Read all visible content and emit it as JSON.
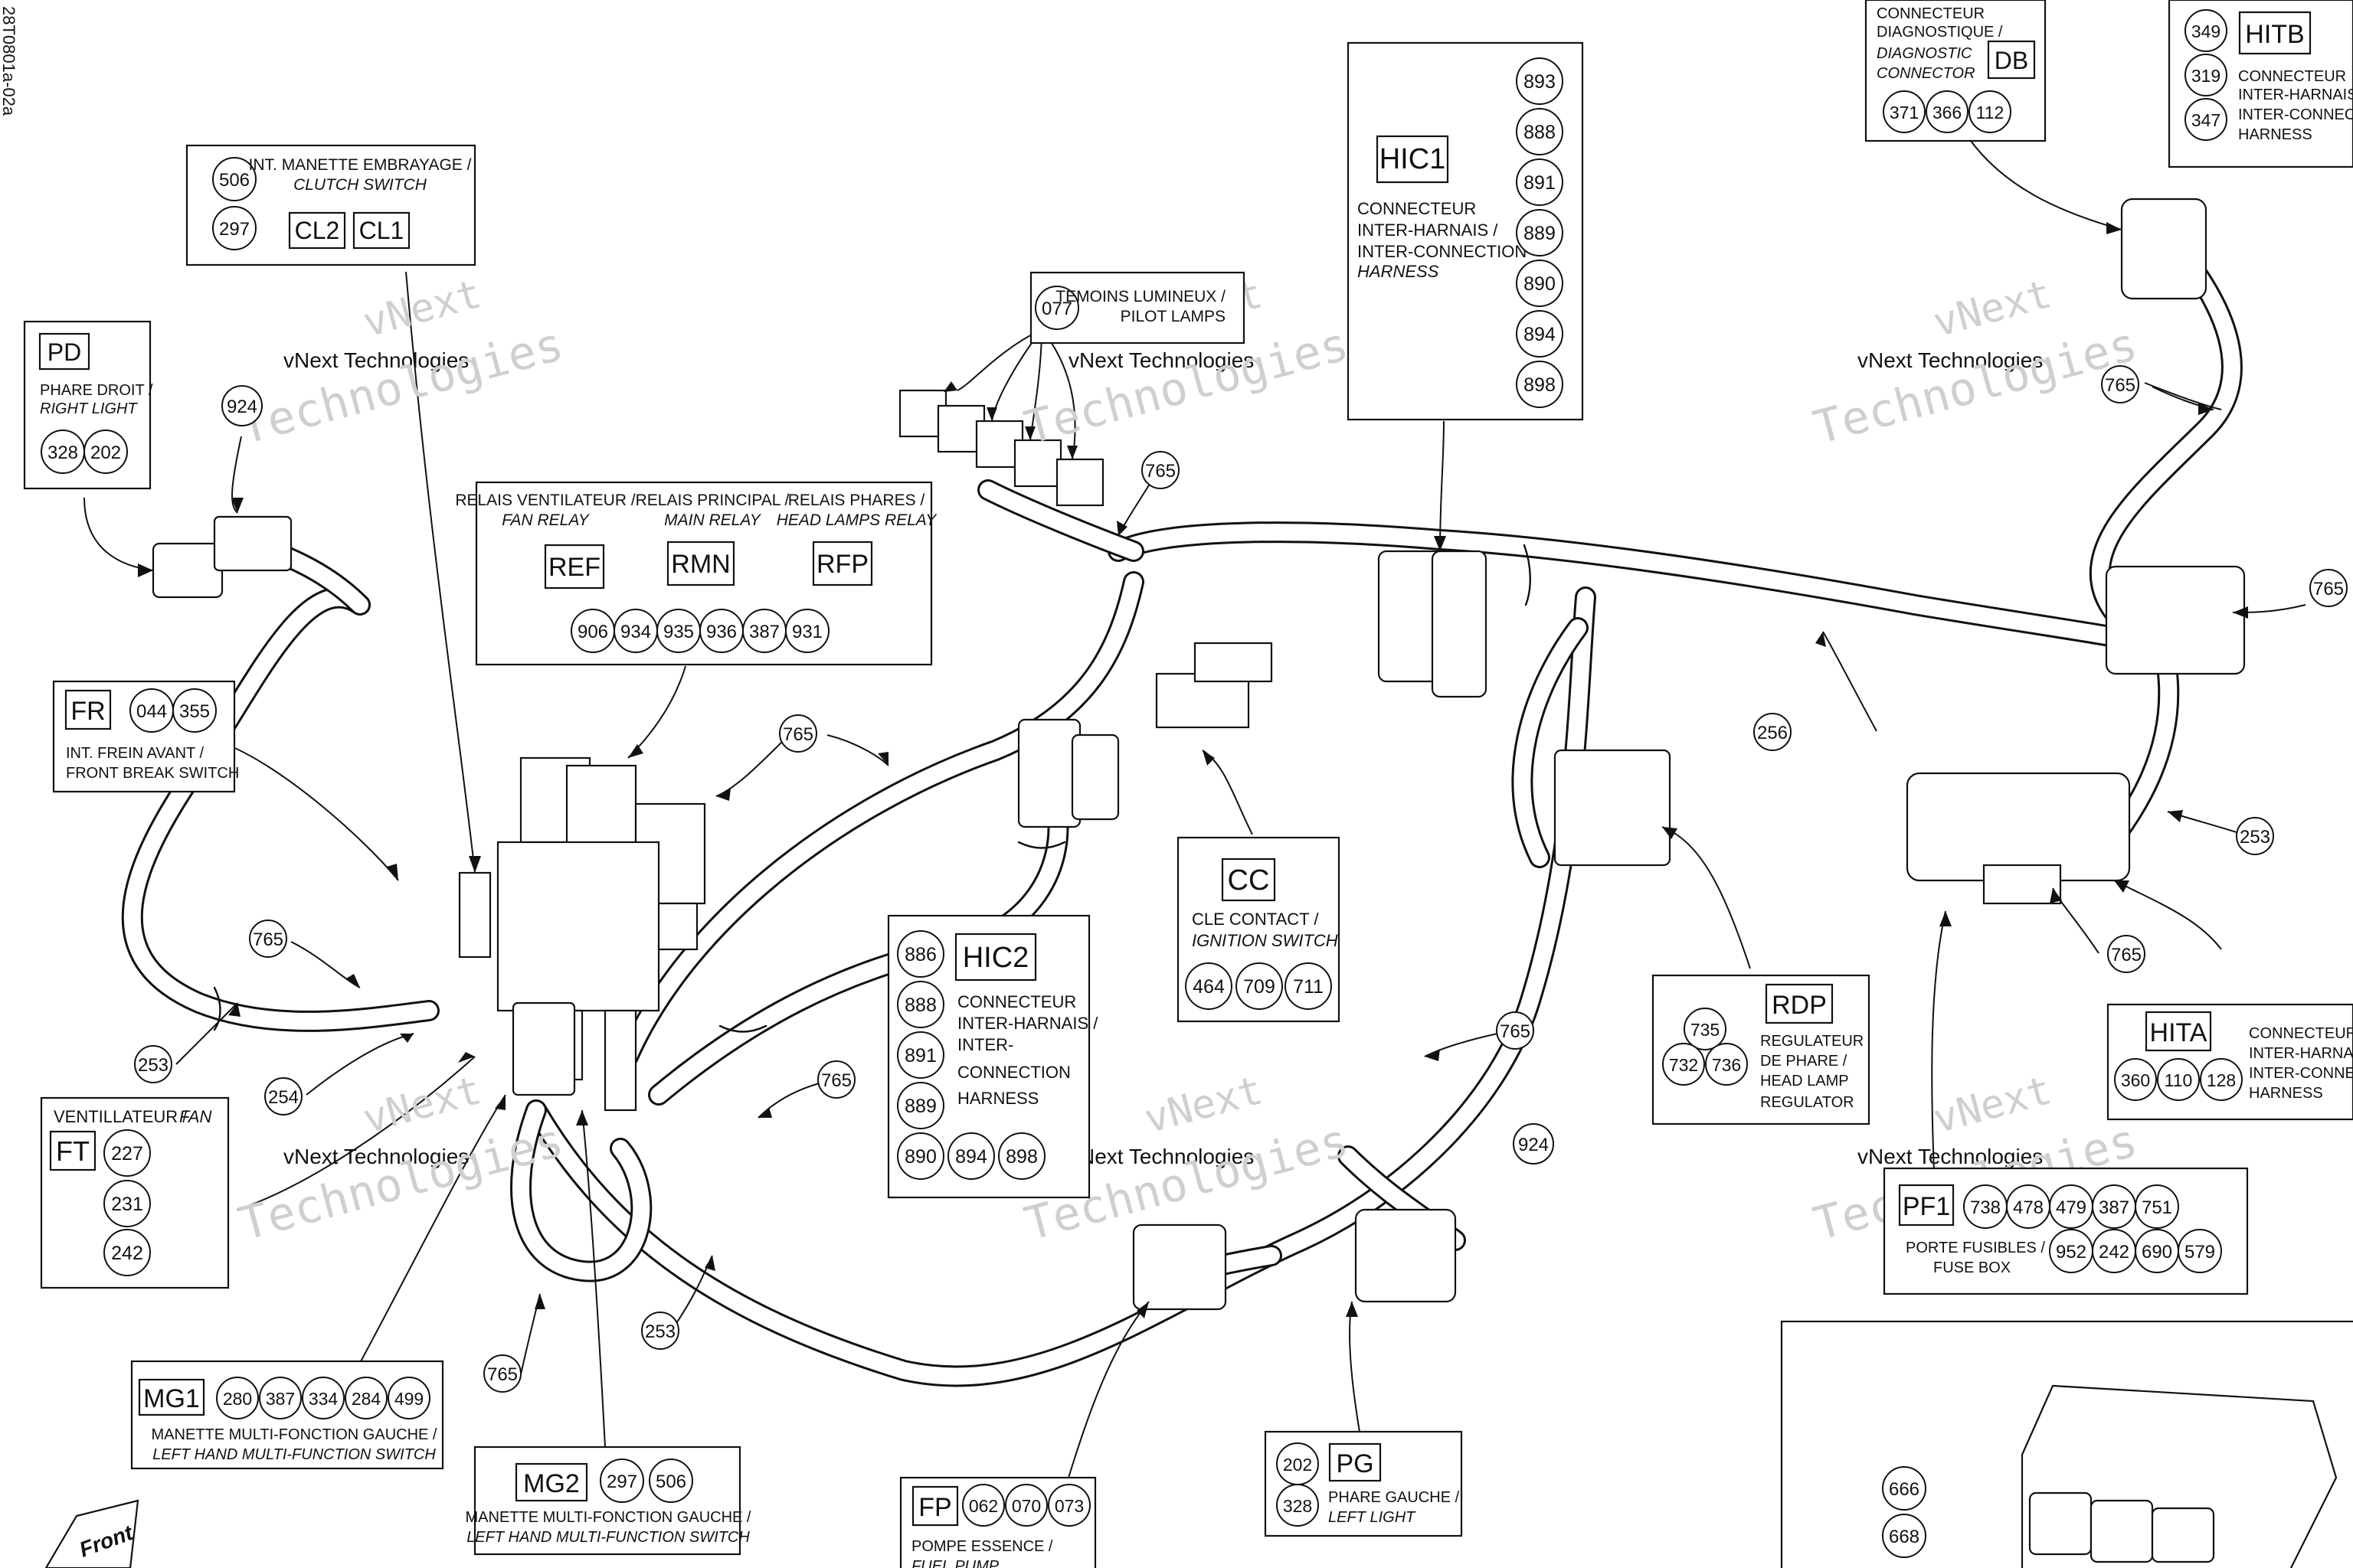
{
  "doc_ref": "28T0801a-02a",
  "watermark": {
    "line1": "vNext Technologies",
    "line2": "vNext",
    "line3": "Technologies"
  },
  "front": {
    "text": "Front"
  },
  "wires": [
    "765",
    "765",
    "765",
    "765",
    "765",
    "765",
    "765",
    "765",
    "256",
    "253",
    "253",
    "253",
    "254"
  ],
  "boxes": {
    "clutch": {
      "codes": [
        "CL2",
        "CL1"
      ],
      "circles": [
        "506",
        "297"
      ],
      "line1": "INT. MANETTE EMBRAYAGE /",
      "line2": "CLUTCH SWITCH"
    },
    "pd": {
      "code": "PD",
      "line1": "PHARE DROIT /",
      "line2": "RIGHT LIGHT",
      "circles": [
        "328",
        "202"
      ],
      "lead": "924"
    },
    "pilot": {
      "circle": "077",
      "line1": "TEMOINS LUMINEUX /",
      "line2": "PILOT LAMPS"
    },
    "relays": {
      "labels": [
        {
          "fr": "RELAIS VENTILATEUR /",
          "en": "FAN RELAY",
          "code": "REF"
        },
        {
          "fr": "RELAIS PRINCIPAL /",
          "en": "MAIN RELAY",
          "code": "RMN"
        },
        {
          "fr": "RELAIS PHARES /",
          "en": "HEAD LAMPS RELAY",
          "code": "RFP"
        }
      ],
      "circles": [
        "906",
        "934",
        "935",
        "936",
        "387",
        "931"
      ]
    },
    "hic1": {
      "code": "HIC1",
      "line1": "CONNECTEUR",
      "line2": "INTER-HARNAIS /",
      "line3": "INTER-CONNECTION",
      "line4": "HARNESS",
      "circles": [
        "893",
        "888",
        "891",
        "889",
        "890",
        "894",
        "898"
      ]
    },
    "db": {
      "code": "DB",
      "line1": "CONNECTEUR",
      "line2": "DIAGNOSTIQUE /",
      "line3": "DIAGNOSTIC",
      "line4": "CONNECTOR",
      "circles": [
        "371",
        "366",
        "112"
      ]
    },
    "hitb": {
      "code": "HITB",
      "line1": "CONNECTEUR",
      "line2": "INTER-HARNAIS /",
      "line3": "INTER-CONNECTION",
      "line4": "HARNESS",
      "circles": [
        "349",
        "319",
        "347"
      ]
    },
    "fr": {
      "code": "FR",
      "circles": [
        "044",
        "355"
      ],
      "line1": "INT. FREIN AVANT /",
      "line2": "FRONT BREAK SWITCH"
    },
    "hic2": {
      "code": "HIC2",
      "line1": "CONNECTEUR",
      "line2": "INTER-HARNAIS /",
      "line3": "INTER-",
      "line4": "CONNECTION",
      "line5": "HARNESS",
      "circles": [
        "886",
        "888",
        "891",
        "889",
        "890",
        "894",
        "898"
      ]
    },
    "cc": {
      "code": "CC",
      "line1": "CLE CONTACT /",
      "line2": "IGNITION SWITCH",
      "circles": [
        "464",
        "709",
        "711"
      ]
    },
    "rdp": {
      "code": "RDP",
      "line1": "REGULATEUR",
      "line2": "DE PHARE /",
      "line3": "HEAD LAMP",
      "line4": "REGULATOR",
      "circles": [
        "735",
        "732",
        "736"
      ]
    },
    "hita": {
      "code": "HITA",
      "line1": "CONNECTEUR",
      "line2": "INTER-HARNAIS /",
      "line3": "INTER-CONNECTION",
      "line4": "HARNESS",
      "circles": [
        "360",
        "110",
        "128"
      ]
    },
    "ft": {
      "line1": "VENTILLATEUR /",
      "line2": "FAN",
      "code": "FT",
      "circles": [
        "227",
        "231",
        "242"
      ]
    },
    "pf1": {
      "code": "PF1",
      "circles_top": [
        "738",
        "478",
        "479",
        "387",
        "751"
      ],
      "circles_bottom": [
        "952",
        "242",
        "690",
        "579"
      ],
      "line1": "PORTE FUSIBLES /",
      "line2": "FUSE BOX"
    },
    "mg1": {
      "code": "MG1",
      "circles": [
        "280",
        "387",
        "334",
        "284",
        "499"
      ],
      "line1": "MANETTE MULTI-FONCTION GAUCHE /",
      "line2": "LEFT HAND MULTI-FUNCTION SWITCH"
    },
    "mg2": {
      "code": "MG2",
      "circles": [
        "297",
        "506"
      ],
      "line1": "MANETTE MULTI-FONCTION GAUCHE /",
      "line2": "LEFT HAND MULTI-FUNCTION SWITCH"
    },
    "fp": {
      "code": "FP",
      "circles": [
        "062",
        "070",
        "073"
      ],
      "line1": "POMPE ESSENCE /",
      "line2": "FUEL PUMP"
    },
    "pg": {
      "code": "PG",
      "circles": [
        "202",
        "328"
      ],
      "line1": "PHARE GAUCHE /",
      "line2": "LEFT LIGHT",
      "lead": "924"
    },
    "inset": {
      "circles": [
        "666",
        "668"
      ]
    }
  }
}
